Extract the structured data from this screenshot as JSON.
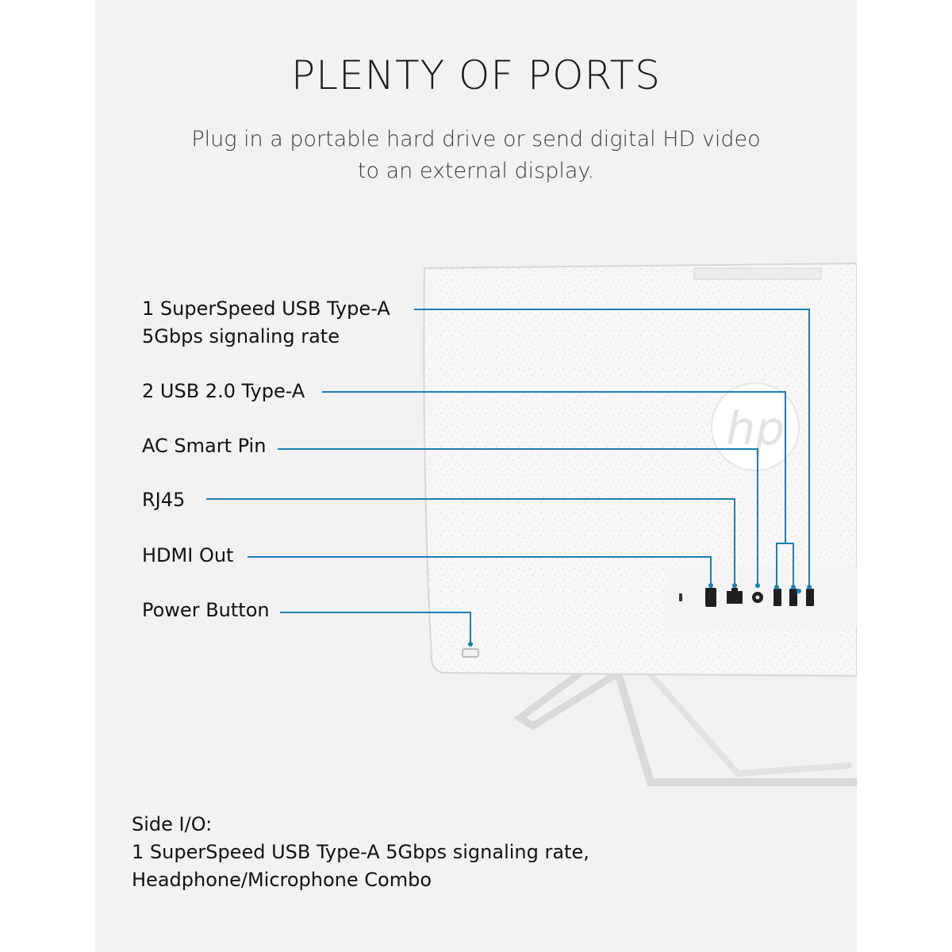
{
  "title": "PLENTY OF PORTS",
  "subtitle": "Plug in a portable hard drive or send digital HD video to an external display.",
  "callouts": {
    "usb_superspeed_line1": "1 SuperSpeed USB Type-A",
    "usb_superspeed_line2": "5Gbps signaling rate",
    "usb_20": "2 USB 2.0 Type-A",
    "ac_smart_pin": "AC Smart Pin",
    "rj45": "RJ45",
    "hdmi_out": "HDMI Out",
    "power_button": "Power Button"
  },
  "side_io": {
    "heading": "Side I/O:",
    "line1": "1 SuperSpeed USB Type-A 5Gbps signaling rate,",
    "line2": "Headphone/Microphone Combo"
  },
  "colors": {
    "background": "#f2f2f2",
    "callout_line": "#1a7fb5",
    "text": "#111111"
  },
  "icons": [
    "hp-logo-icon",
    "hdmi-port-icon",
    "rj45-port-icon",
    "ac-smart-pin-port-icon",
    "usb-port-icon",
    "power-button-icon",
    "security-lock-slot-icon"
  ]
}
